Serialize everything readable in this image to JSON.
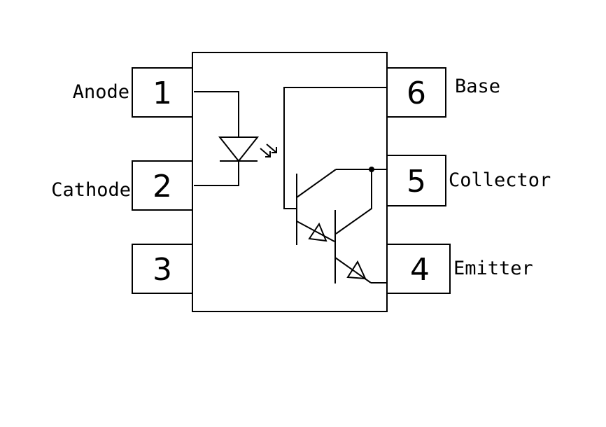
{
  "pins": [
    {
      "number": "1",
      "label": "Anode"
    },
    {
      "number": "2",
      "label": "Cathode"
    },
    {
      "number": "3",
      "label": ""
    },
    {
      "number": "4",
      "label": "Emitter"
    },
    {
      "number": "5",
      "label": "Collector"
    },
    {
      "number": "6",
      "label": "Base"
    }
  ],
  "colors": {
    "line": "#000000",
    "background": "#ffffff"
  }
}
